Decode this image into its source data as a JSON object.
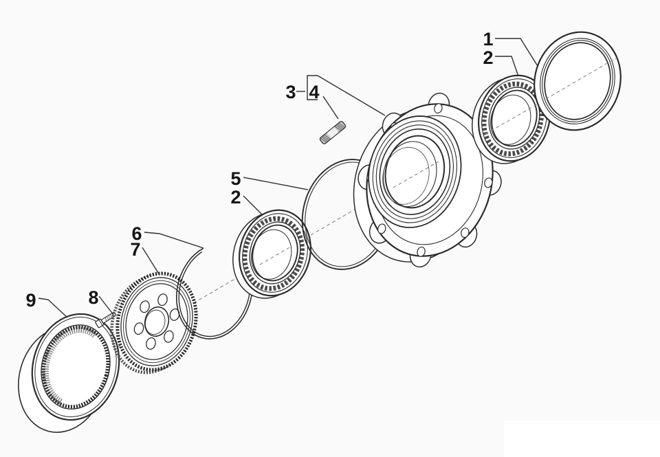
{
  "diagram": {
    "kind": "exploded-parts-diagram",
    "subject": "wheel hub and bearing assembly",
    "background_color": "#fafafa",
    "ink_color": "#2b2b2b",
    "centerline_color": "#8f8f8f",
    "label_color": "#151515",
    "corner_patch_color": "#ffffff",
    "callouts": [
      {
        "number": "1",
        "part": "seal-ring"
      },
      {
        "number": "2",
        "part": "tapered-roller-bearing-outboard"
      },
      {
        "number": "3",
        "part": "hub-stud-assembly"
      },
      {
        "number": "4",
        "part": "wheel-stud"
      },
      {
        "number": "5",
        "part": "o-ring-seal"
      },
      {
        "number": "2",
        "part": "tapered-roller-bearing-inboard"
      },
      {
        "number": "6",
        "part": "snap-ring"
      },
      {
        "number": "7",
        "part": "toothed-tone-wheel"
      },
      {
        "number": "8",
        "part": "hex-bolt"
      },
      {
        "number": "9",
        "part": "internal-ring-gear"
      }
    ]
  }
}
